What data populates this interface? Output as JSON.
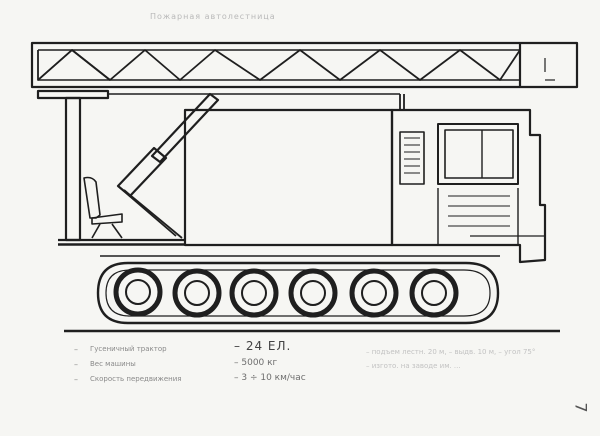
{
  "document": {
    "title": "Пожарная автолестница",
    "page_number": "7",
    "specs": [
      {
        "label": "Гусеничный трактор",
        "value": "– 24 ЕЛ."
      },
      {
        "label": "Вес машины",
        "value": "– 5000 кг"
      },
      {
        "label": "Скорость передвижения",
        "value": "– 3 ÷ 10 км/час"
      }
    ],
    "notes": [
      "– подъем лестн. 20 м, – выдв. 10 м, – угол 75°",
      "– изгото. на заводе им. ..."
    ]
  }
}
